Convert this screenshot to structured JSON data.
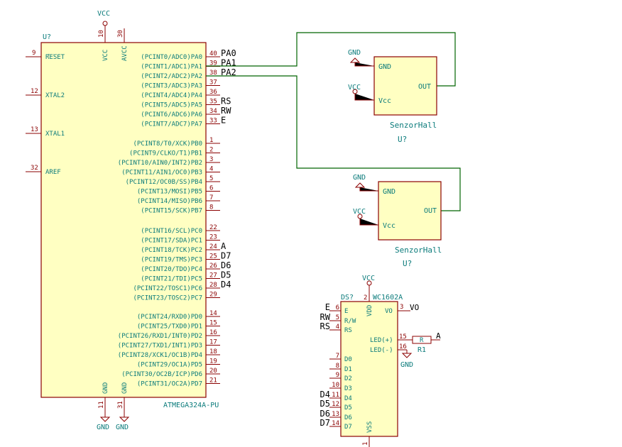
{
  "mcu": {
    "ref": "U?",
    "value": "ATMEGA324A-PU",
    "left_pins": [
      {
        "num": "9",
        "name": "RESET"
      },
      {
        "num": "12",
        "name": "XTAL2"
      },
      {
        "num": "13",
        "name": "XTAL1"
      },
      {
        "num": "32",
        "name": "AREF"
      }
    ],
    "top_pins": [
      {
        "num": "10",
        "name": "VCC",
        "power": "VCC"
      },
      {
        "num": "30",
        "name": "AVCC"
      }
    ],
    "bottom_pins": [
      {
        "num": "11",
        "name": "GND",
        "power": "GND"
      },
      {
        "num": "31",
        "name": "GND",
        "power": "GND"
      }
    ],
    "right_pins": [
      {
        "num": "40",
        "name": "(PCINT0/ADC0)PA0",
        "net": "PA0"
      },
      {
        "num": "39",
        "name": "(PCINT1/ADC1)PA1",
        "net": "PA1"
      },
      {
        "num": "38",
        "name": "(PCINT2/ADC2)PA2",
        "net": "PA2"
      },
      {
        "num": "37",
        "name": "(PCINT3/ADC3)PA3",
        "net": ""
      },
      {
        "num": "36",
        "name": "(PCINT4/ADC4)PA4",
        "net": ""
      },
      {
        "num": "35",
        "name": "(PCINT5/ADC5)PA5",
        "net": "RS"
      },
      {
        "num": "34",
        "name": "(PCINT6/ADC6)PA6",
        "net": "RW"
      },
      {
        "num": "33",
        "name": "(PCINT7/ADC7)PA7",
        "net": "E"
      },
      {
        "num": "1",
        "name": "(PCINT8/T0/XCK)PB0",
        "net": ""
      },
      {
        "num": "2",
        "name": "(PCINT9/CLKO/T1)PB1",
        "net": ""
      },
      {
        "num": "3",
        "name": "(PCINT10/AIN0/INT2)PB2",
        "net": ""
      },
      {
        "num": "4",
        "name": "(PCINT11/AIN1/OC0)PB3",
        "net": ""
      },
      {
        "num": "5",
        "name": "(PCINT12/OC0B/SS)PB4",
        "net": ""
      },
      {
        "num": "6",
        "name": "(PCINT13/MOSI)PB5",
        "net": ""
      },
      {
        "num": "7",
        "name": "(PCINT14/MISO)PB6",
        "net": ""
      },
      {
        "num": "8",
        "name": "(PCINT15/SCK)PB7",
        "net": ""
      },
      {
        "num": "22",
        "name": "(PCINT16/SCL)PC0",
        "net": ""
      },
      {
        "num": "23",
        "name": "(PCINT17/SDA)PC1",
        "net": ""
      },
      {
        "num": "24",
        "name": "(PCINT18/TCK)PC2",
        "net": "A"
      },
      {
        "num": "25",
        "name": "(PCINT19/TMS)PC3",
        "net": "D7"
      },
      {
        "num": "26",
        "name": "(PCINT20/TDO)PC4",
        "net": "D6"
      },
      {
        "num": "27",
        "name": "(PCINT21/TDI)PC5",
        "net": "D5"
      },
      {
        "num": "28",
        "name": "(PCINT22/TOSC1)PC6",
        "net": "D4"
      },
      {
        "num": "29",
        "name": "(PCINT23/TOSC2)PC7",
        "net": ""
      },
      {
        "num": "14",
        "name": "(PCINT24/RXD0)PD0",
        "net": ""
      },
      {
        "num": "15",
        "name": "(PCINT25/TXD0)PD1",
        "net": ""
      },
      {
        "num": "16",
        "name": "(PCINT26/RXD1/INT0)PD2",
        "net": ""
      },
      {
        "num": "17",
        "name": "(PCINT27/TXD1/INT1)PD3",
        "net": ""
      },
      {
        "num": "18",
        "name": "(PCINT28/XCK1/OC1B)PD4",
        "net": ""
      },
      {
        "num": "19",
        "name": "(PCINT29/OC1A)PD5",
        "net": ""
      },
      {
        "num": "20",
        "name": "(PCINT30/OC2B/ICP)PD6",
        "net": ""
      },
      {
        "num": "21",
        "name": "(PCINT31/OC2A)PD7",
        "net": ""
      }
    ]
  },
  "sensor1": {
    "gnd_pin": "GND",
    "vcc_pin": "Vcc",
    "out_pin": "OUT",
    "value": "SenzorHall",
    "ref": "U?",
    "gnd_power": "GND",
    "vcc_power": "VCC"
  },
  "sensor2": {
    "gnd_pin": "GND",
    "vcc_pin": "Vcc",
    "out_pin": "OUT",
    "value": "SenzorHall",
    "ref": "U?",
    "gnd_power": "GND",
    "vcc_power": "VCC"
  },
  "lcd": {
    "ref": "DS?",
    "value": "WC1602A",
    "vcc_power": "VCC",
    "left_pins": [
      {
        "num": "6",
        "name": "E",
        "net": "E"
      },
      {
        "num": "5",
        "name": "R/W",
        "net": "RW"
      },
      {
        "num": "4",
        "name": "RS",
        "net": "RS"
      },
      {
        "num": "7",
        "name": "D0",
        "net": ""
      },
      {
        "num": "8",
        "name": "D1",
        "net": ""
      },
      {
        "num": "9",
        "name": "D2",
        "net": ""
      },
      {
        "num": "10",
        "name": "D3",
        "net": ""
      },
      {
        "num": "11",
        "name": "D4",
        "net": "D4"
      },
      {
        "num": "12",
        "name": "D5",
        "net": "D5"
      },
      {
        "num": "13",
        "name": "D6",
        "net": "D6"
      },
      {
        "num": "14",
        "name": "D7",
        "net": "D7"
      }
    ],
    "top_pin": {
      "num": "2",
      "name": "VDD"
    },
    "bottom_pin": {
      "num": "1",
      "name": "VSS"
    },
    "right_pins": [
      {
        "num": "3",
        "name": "VO",
        "net": "VO"
      },
      {
        "num": "15",
        "name": "LED(+)",
        "net": ""
      },
      {
        "num": "16",
        "name": "LED(-)",
        "net": ""
      }
    ],
    "led_gnd_power": "GND"
  },
  "resistor": {
    "ref": "R1",
    "value": "R",
    "net": "A"
  },
  "colors": {
    "symbol_outline": "#8b0000",
    "symbol_fill": "#ffffc2",
    "wire": "#006400",
    "label_text": "#0b7b7b",
    "net_label": "#000000"
  }
}
